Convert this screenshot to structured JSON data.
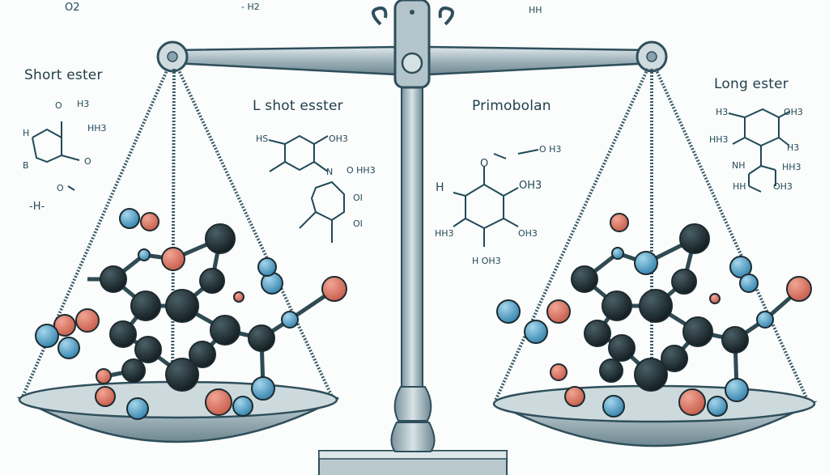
{
  "labels": {
    "short_ester": "Short ester",
    "short_ester_center": "L shot esster",
    "primobolan": "Primobolan",
    "long_ester": "Long ester"
  },
  "chem_text": {
    "top_left": "O2",
    "top_mid": "- H2",
    "top_right": "HH",
    "left": [
      "O",
      "H3",
      "H",
      "HH3",
      "O",
      "B",
      "O",
      "-H-"
    ],
    "center_left": [
      "HS",
      "OH3",
      "N",
      "O HH3",
      "OI",
      "OI"
    ],
    "primobolan": [
      "O",
      "O H3",
      "H",
      "OH3",
      "HH3",
      "OH3",
      "H OH3"
    ],
    "right": [
      "H3",
      "OH3",
      "HH3",
      "H3",
      "NH",
      "HH3",
      "HH",
      "OH3"
    ]
  },
  "colors": {
    "background": "#fbfcfc",
    "ink": "#1f3d4a",
    "metal": "#9fb3bb",
    "metal_dark": "#2e4f5b",
    "carbon": "#1c2b30",
    "oxygen": "#e07f6e",
    "hydrogen": "#5aa8cf"
  }
}
